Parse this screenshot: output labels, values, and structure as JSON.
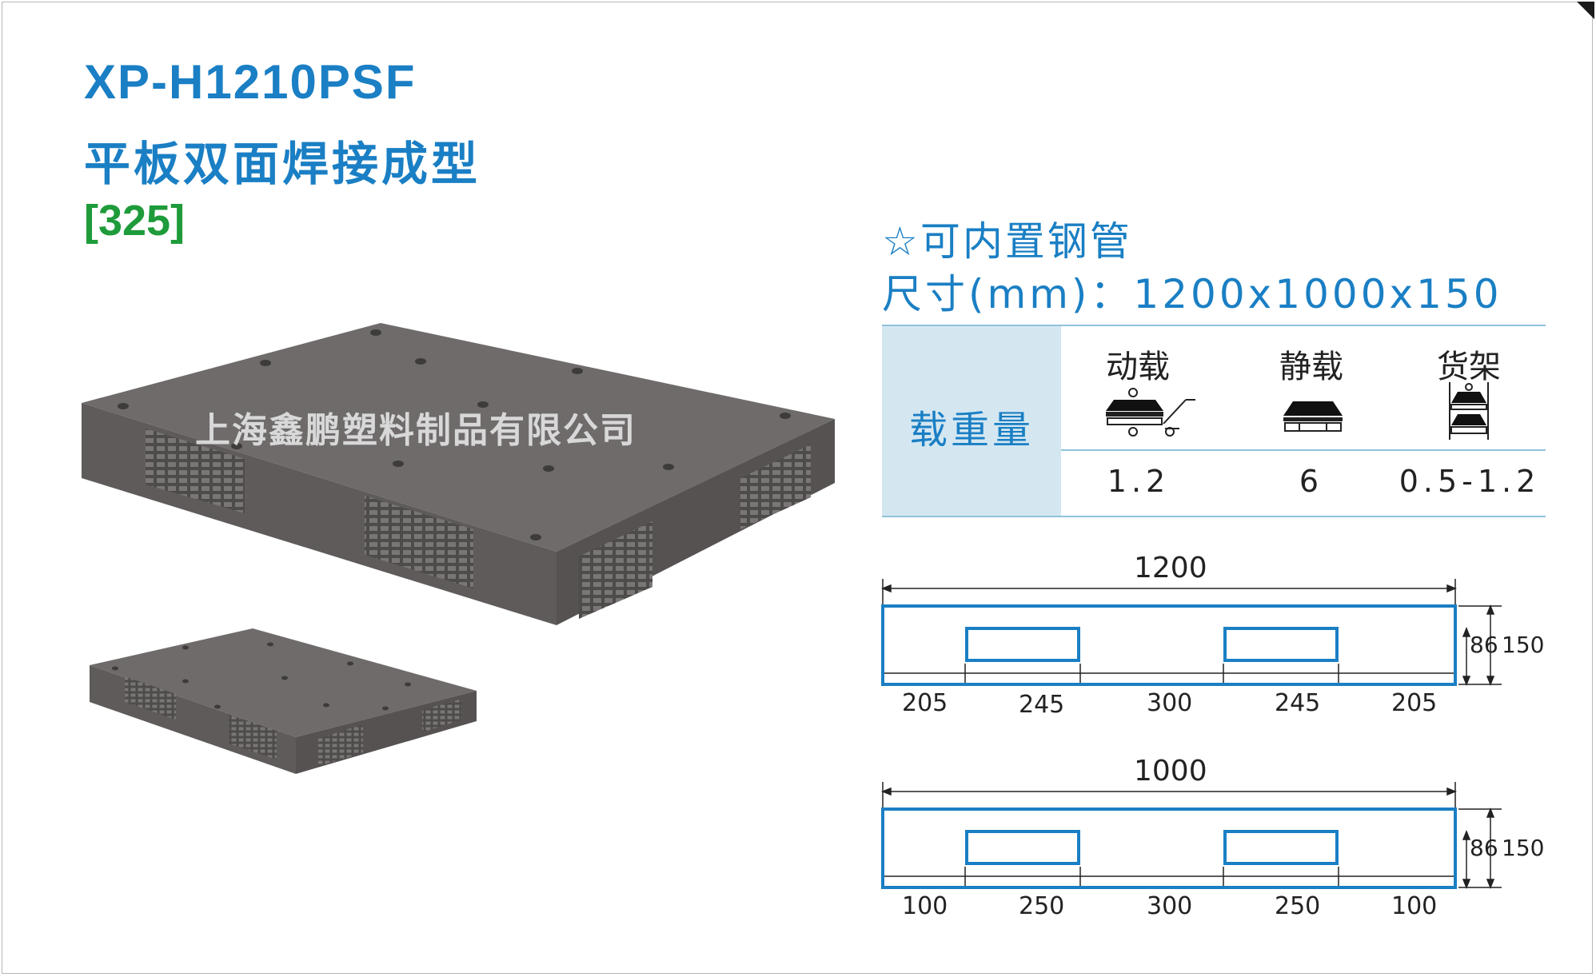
{
  "product": {
    "model": "XP-H1210PSF",
    "subtitle": "平板双面焊接成型",
    "code": "[325]",
    "watermark": "上海鑫鹏塑料制品有限公司"
  },
  "specs": {
    "feature": "☆可内置钢管",
    "size": "尺寸(mm)：1200x1000x150"
  },
  "load_table": {
    "row_label": "载重量",
    "columns": [
      {
        "header": "动载",
        "icon": "forklift-load-icon",
        "value": "1.2"
      },
      {
        "header": "静载",
        "icon": "static-load-icon",
        "value": "6"
      },
      {
        "header": "货架",
        "icon": "rack-load-icon",
        "value": "0.5-1.2"
      }
    ]
  },
  "drawings": [
    {
      "total": "1200",
      "segments": [
        "205",
        "245",
        "300",
        "245",
        "205"
      ],
      "height_inner": "86",
      "height_total": "150"
    },
    {
      "total": "1000",
      "segments": [
        "100",
        "250",
        "300",
        "250",
        "100"
      ],
      "height_inner": "86",
      "height_total": "150"
    }
  ],
  "colors": {
    "title_blue": "#1a7fc4",
    "code_green": "#1e9b3a",
    "table_fill": "#d4e7f1",
    "pallet_gray": "#6b6767"
  }
}
